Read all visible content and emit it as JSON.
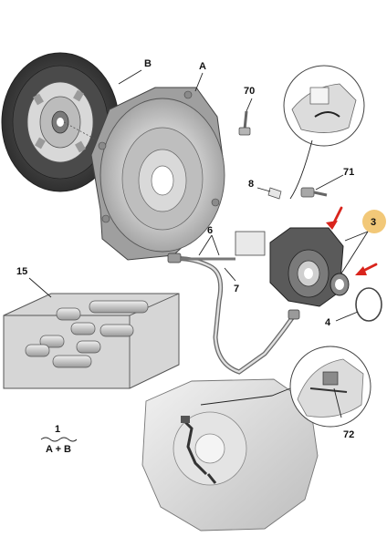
{
  "labels": {
    "disc": "B",
    "pressure_plate": "A",
    "bolt": "70",
    "clip": "8",
    "screw": "71",
    "bearing_group": "3",
    "connector": "6",
    "hose": "7",
    "kit": "15",
    "seal": "4",
    "clip_detail": "72",
    "kit_total_top": "1",
    "kit_total_bottom": "A + B"
  },
  "colors": {
    "highlight": "#f2c878",
    "arrow": "#d9241c",
    "line": "#333333",
    "part_fill": "#cfcfcf",
    "part_dark": "#3a3a3a"
  }
}
